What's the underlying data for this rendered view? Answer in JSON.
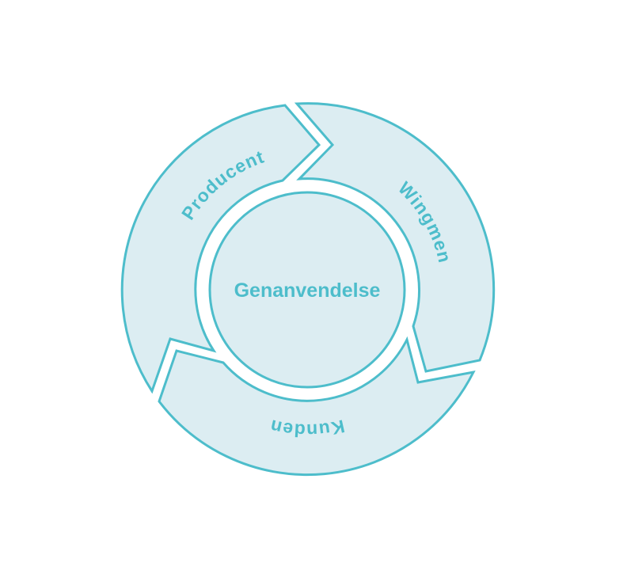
{
  "diagram": {
    "center_label": "Genanvendelse",
    "segments": [
      {
        "label": "Producent"
      },
      {
        "label": "Wingmen"
      },
      {
        "label": "Kunden"
      }
    ],
    "colors": {
      "stroke": "#4dbdcb",
      "fill": "#dcedf2"
    }
  }
}
